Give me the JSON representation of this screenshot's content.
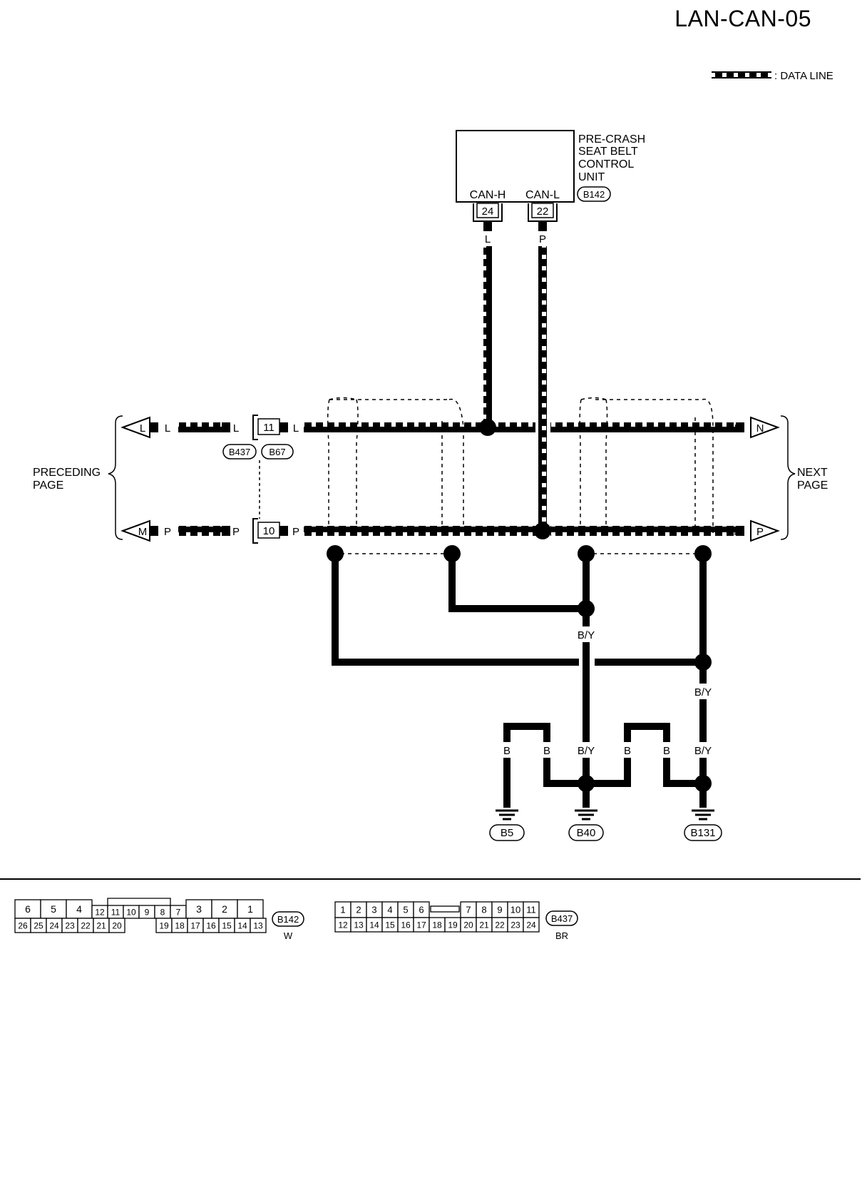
{
  "page_code": "LAN-CAN-05",
  "legend": {
    "label": ": DATA LINE"
  },
  "control_unit": {
    "name_lines": [
      "PRE-CRASH",
      "SEAT BELT",
      "CONTROL",
      "UNIT"
    ],
    "connector": "B142",
    "pins": [
      {
        "signal": "CAN-H",
        "pin": "24",
        "wire": "L"
      },
      {
        "signal": "CAN-L",
        "pin": "22",
        "wire": "P"
      }
    ]
  },
  "left_side": {
    "label_lines": [
      "PRECEDING",
      "PAGE"
    ],
    "line_l": {
      "arrow": "L",
      "wire": "L"
    },
    "line_p": {
      "arrow": "M",
      "wire": "P"
    }
  },
  "right_side": {
    "label_lines": [
      "NEXT",
      "PAGE"
    ],
    "line_l": {
      "arrow": "N",
      "wire": "L"
    },
    "line_p": {
      "arrow": "P",
      "wire": "P"
    }
  },
  "joint_connector": {
    "pins": [
      "11",
      "10"
    ],
    "connectors": [
      "B437",
      "B67"
    ],
    "wire_l": "L",
    "wire_p": "P"
  },
  "ground_wires": {
    "by_label": "B/Y",
    "b_label": "B",
    "grounds": [
      "B5",
      "B40",
      "B131"
    ]
  },
  "connector_views": [
    {
      "id": "B142",
      "color": "W",
      "top_large": [
        "6",
        "5",
        "4"
      ],
      "top_mid": [
        "12",
        "11",
        "10",
        "9",
        "8",
        "7"
      ],
      "top_right": [
        "3",
        "2",
        "1"
      ],
      "bottom": [
        "26",
        "25",
        "24",
        "23",
        "22",
        "21",
        "20",
        "19",
        "18",
        "17",
        "16",
        "15",
        "14",
        "13"
      ]
    },
    {
      "id": "B437",
      "color": "BR",
      "top_left": [
        "1",
        "2",
        "3",
        "4",
        "5",
        "6"
      ],
      "top_right": [
        "7",
        "8",
        "9",
        "10",
        "11"
      ],
      "bottom": [
        "12",
        "13",
        "14",
        "15",
        "16",
        "17",
        "18",
        "19",
        "20",
        "21",
        "22",
        "23",
        "24"
      ]
    }
  ]
}
